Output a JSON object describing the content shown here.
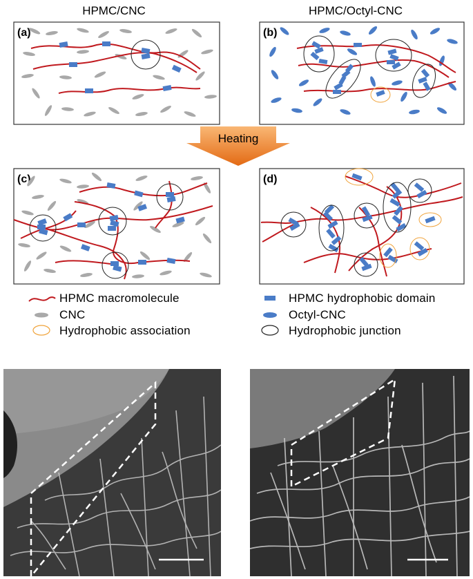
{
  "titles": {
    "left": "HPMC/CNC",
    "right": "HPMC/Octyl-CNC"
  },
  "panels": {
    "a": "(a)",
    "b": "(b)",
    "c": "(c)",
    "d": "(d)"
  },
  "arrow": {
    "label": "Heating"
  },
  "legend": {
    "hpmc_macromolecule": "HPMC macromolecule",
    "cnc": "CNC",
    "hydrophobic_association": "Hydrophobic association",
    "hpmc_hydrophobic_domain": "HPMC hydrophobic domain",
    "octyl_cnc": "Octyl-CNC",
    "hydrophobic_junction": "Hydrophobic junction"
  },
  "colors": {
    "chain": "#c0191e",
    "domain": "#4a7cc7",
    "cnc": "#a9a9a9",
    "octyl_cnc": "#4a7cc7",
    "association": "#f0a33a",
    "junction": "#222222",
    "arrow_top": "#f9b06a",
    "arrow_bottom": "#e8701d"
  }
}
